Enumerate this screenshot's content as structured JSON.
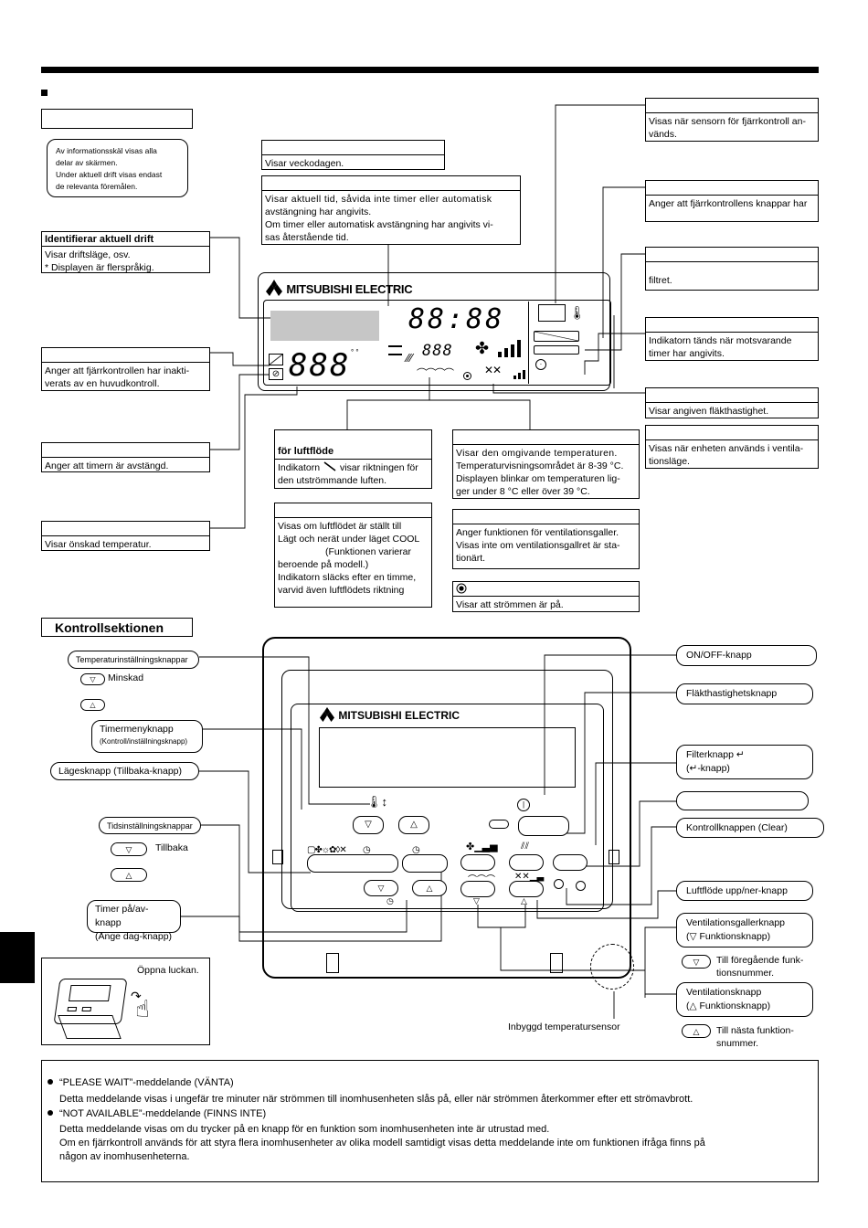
{
  "display_section": {
    "empty_title": "",
    "info_note": [
      "Av informationsskäl visas alla",
      "delar av skärmen.",
      "Under aktuell drift visas endast",
      "de relevanta föremålen."
    ],
    "current_operation": {
      "title": "Identifierar aktuell drift",
      "lines": [
        "Visar driftsläge, osv.",
        "* Displayen är flerspråkig."
      ]
    },
    "day_of_week": {
      "title": "",
      "text": "Visar veckodagen."
    },
    "time": {
      "title": "",
      "lines": [
        "Visar aktuell tid, såvida inte timer eller automatisk",
        "avstängning har angivits.",
        "Om timer eller automatisk avstängning har angivits vi-",
        "sas återstående tid."
      ]
    },
    "remote_sensor": {
      "title": "",
      "lines": [
        "Visas när sensorn för fjärrkontroll an-",
        "vänds."
      ]
    },
    "buttons_locked": {
      "title": "",
      "text": "Anger att fjärrkontrollens knappar har"
    },
    "filter": {
      "title": "",
      "text": "filtret."
    },
    "timer_indicator": {
      "title": "",
      "lines": [
        "Indikatorn tänds när motsvarande",
        "timer har angivits."
      ]
    },
    "fan_speed": {
      "title": "",
      "text": "Visar angiven fläkthastighet."
    },
    "ventilation": {
      "title": "",
      "lines": [
        "Visas när enheten används i ventila-",
        "tionsläge."
      ]
    },
    "central_control": {
      "title": "",
      "lines": [
        "Anger att fjärrkontrollen har inakti-",
        "verats av en huvudkontroll."
      ]
    },
    "timer_off": {
      "title": "",
      "text": "Anger att timern är avstängd."
    },
    "set_temperature": {
      "title": "",
      "text": "Visar önskad temperatur."
    },
    "airflow_direction": {
      "title": "för luftflöde",
      "line1_a": "Indikatorn",
      "line1_b": "visar riktningen för",
      "line2": "den utströmmande luften."
    },
    "airflow_info": {
      "title": "",
      "lines": [
        "Visas om luftflödet är ställt till",
        "Lägt och nerät under läget COOL",
        "(Funktionen varierar",
        "beroende på modell.)",
        "Indikatorn släcks efter en timme,",
        "varvid även luftflödets riktning"
      ]
    },
    "room_temperature": {
      "title": "",
      "lines": [
        "Visar den omgivande temperaturen.",
        "Temperaturvisningsområdet är 8-39 °C.",
        "Displayen blinkar om temperaturen lig-",
        "ger under 8 °C eller över 39 °C."
      ]
    },
    "louver": {
      "title": "",
      "lines": [
        "Anger funktionen för ventilationsgaller.",
        "Visas inte om ventilationsgallret är sta-",
        "tionärt."
      ]
    },
    "power_on": {
      "title_icon": "power-dot-icon",
      "text": "Visar att strömmen är på."
    }
  },
  "lcd": {
    "brand": "MITSUBISHI ELECTRIC",
    "clock": "88:88",
    "set_temp": "888",
    "room_temp": "888"
  },
  "control_section": {
    "title": "Kontrollsektionen",
    "brand": "MITSUBISHI ELECTRIC",
    "labels": {
      "temp_buttons": "Temperaturinställningsknappar",
      "decrease": "Minskad",
      "timer_menu": "Timermenyknapp",
      "timer_menu_sub": "(Kontroll/inställningsknapp)",
      "mode": "Lägesknapp (Tillbaka-knapp)",
      "time_set": "Tidsinställningsknappar",
      "back": "Tillbaka",
      "timer_onoff": "Timer på/av-knapp",
      "timer_onoff_sub": "(Ange dag-knapp)",
      "open_lid": "Öppna luckan.",
      "onoff": "ON/OFF-knapp",
      "fan_speed": "Fläkthastighetsknapp",
      "filter": "Filterknapp",
      "filter_sub": "-knapp)",
      "blank": "",
      "clear": "Kontrollknappen (Clear)",
      "airflow": "Luftflöde upp/ner-knapp",
      "louver": "Ventilationsgallerknapp",
      "louver_sub": "Funktionsknapp)",
      "prev_func": "Till föregående funk-",
      "prev_func2": "tionsnummer.",
      "vent": "Ventilationsknapp",
      "vent_sub": "Funktionsknapp)",
      "next_func": "Till nästa funktion-",
      "next_func2": "snummer.",
      "sensor": "Inbyggd temperatursensor"
    }
  },
  "notes": {
    "please_wait_title": "“PLEASE WAIT”-meddelande (VÄNTA)",
    "please_wait_text": "Detta meddelande visas i ungefär tre minuter när strömmen till inomhusenheten slås på, eller när strömmen återkommer efter ett strömavbrott.",
    "not_available_title": "“NOT AVAILABLE”-meddelande (FINNS INTE)",
    "not_available_text1": "Detta meddelande visas om du trycker på en knapp för en funktion som inomhusenheten inte är utrustad med.",
    "not_available_text2": "Om en fjärrkontroll används för att styra flera inomhusenheter av olika modell samtidigt visas detta meddelande inte om funktionen ifråga finns på",
    "not_available_text3": "någon av inomhusenheterna."
  }
}
